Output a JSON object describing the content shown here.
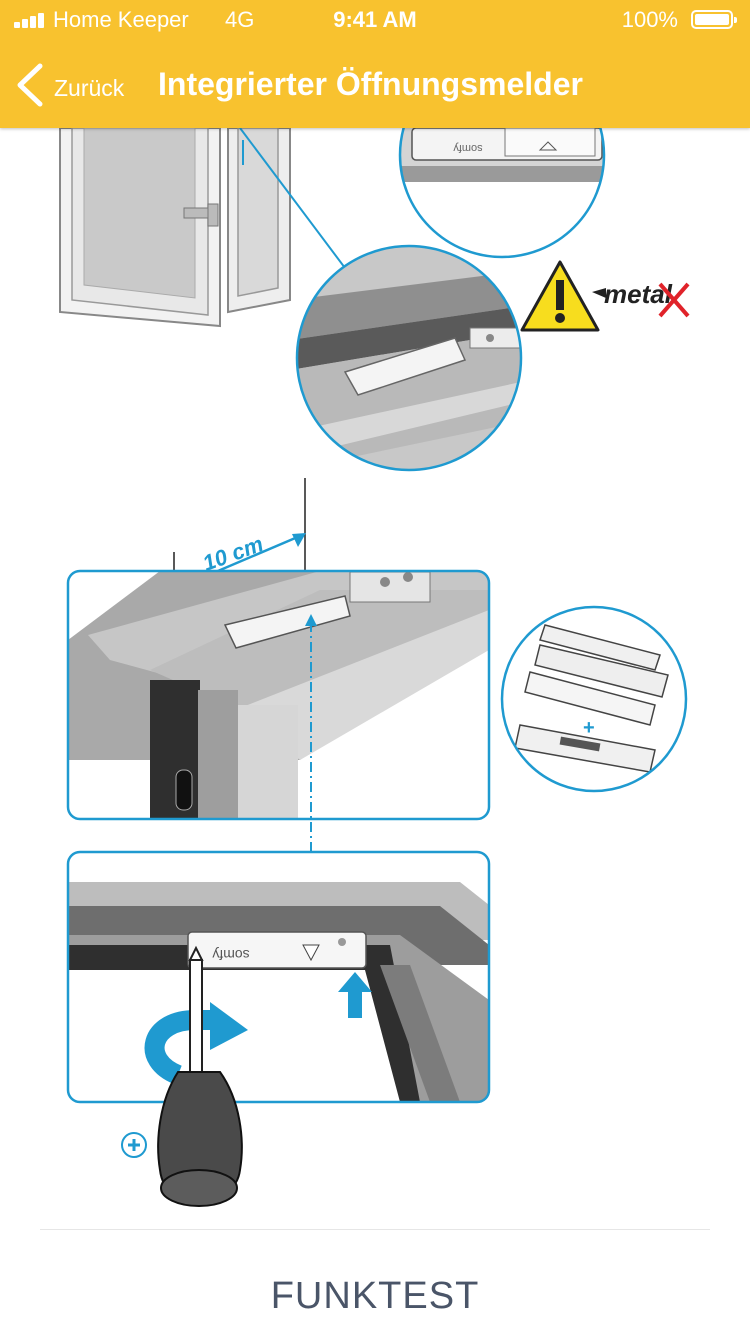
{
  "status_bar": {
    "carrier": "Home Keeper",
    "network": "4G",
    "time": "9:41 AM",
    "battery": "100%"
  },
  "nav": {
    "back_label": "Zurück",
    "title": "Integrierter Öffnungsmelder"
  },
  "illustration": {
    "measurement": "10 cm",
    "warning_label": "metal",
    "brand_label": "somfy",
    "plus_label": "+"
  },
  "footer": {
    "button_label": "FUNKTEST"
  },
  "colors": {
    "header": "#f8c22f",
    "accent": "#1f9ad0",
    "warning": "#f7dd1e",
    "cross": "#e0232a"
  }
}
